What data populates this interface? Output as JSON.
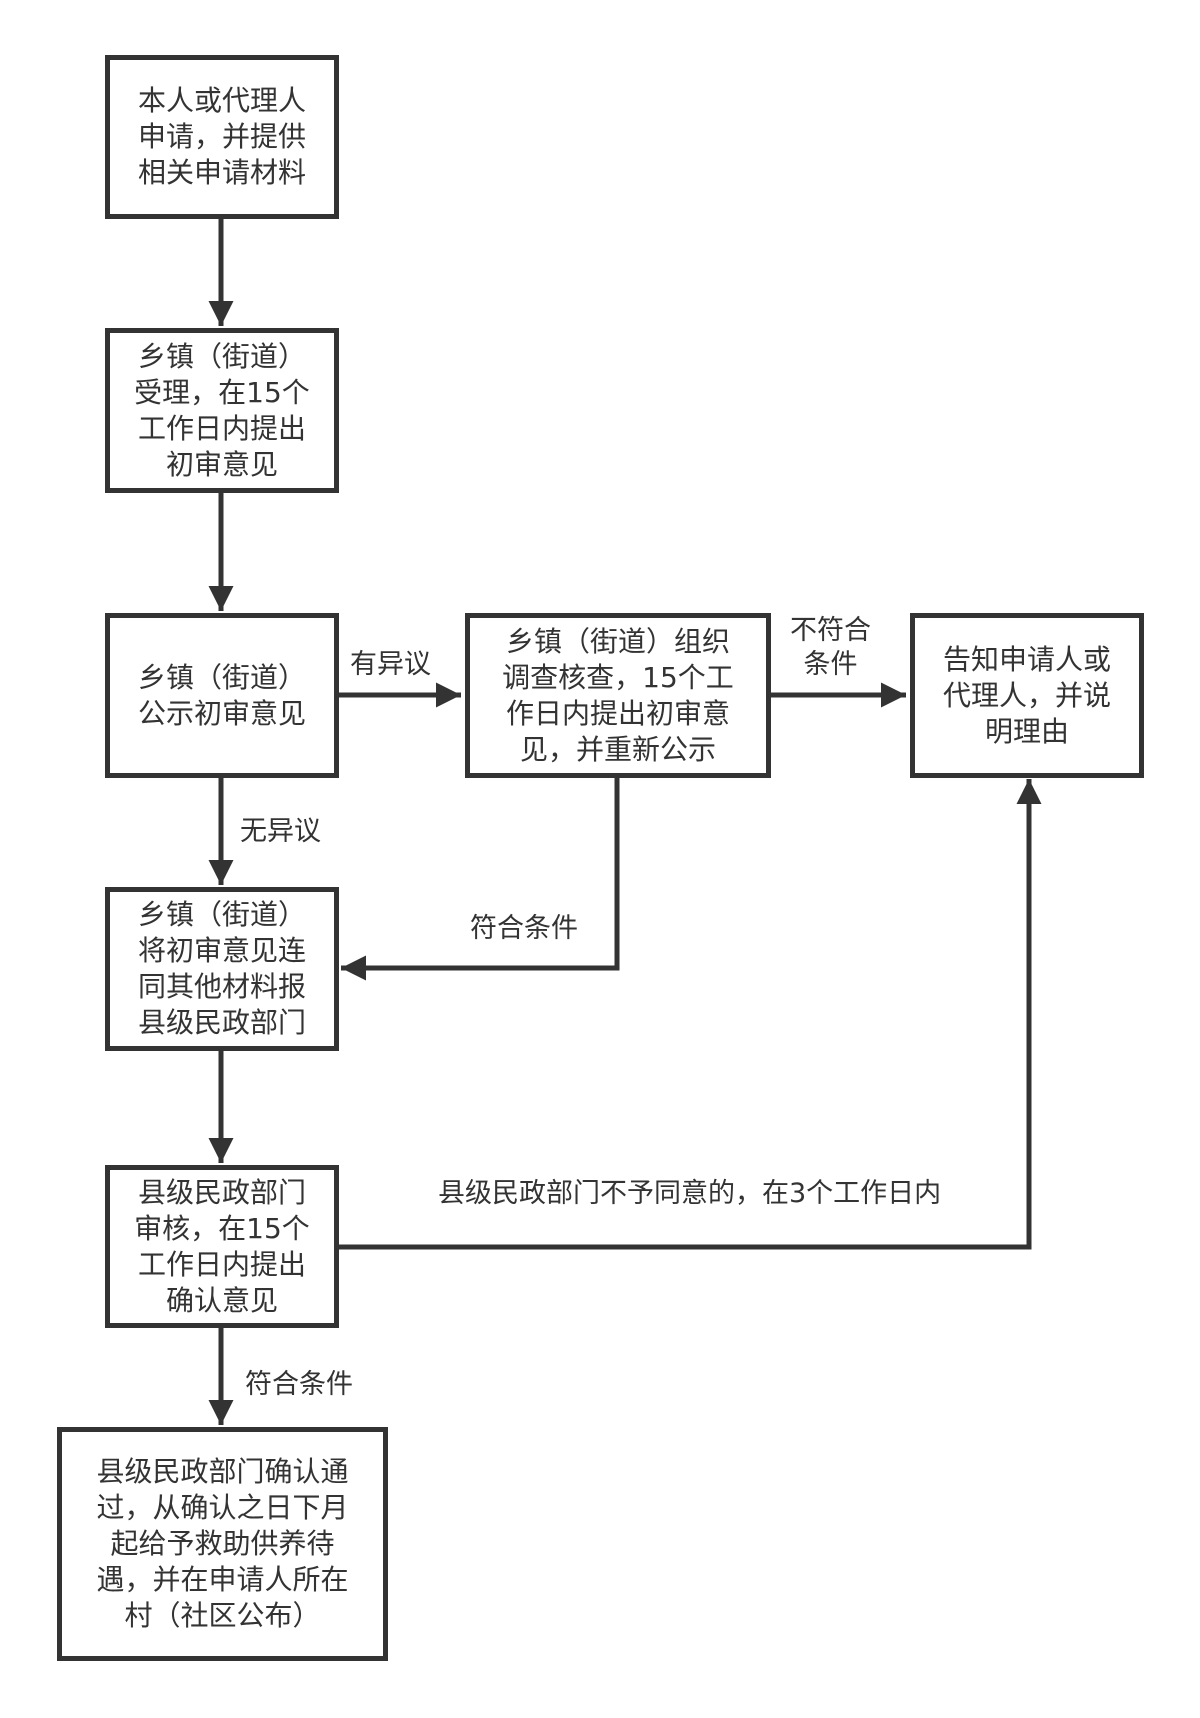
{
  "diagram": {
    "type": "flowchart",
    "nodes": [
      {
        "id": "apply",
        "text": "本人或代理人\n申请，并提供\n相关申请材料"
      },
      {
        "id": "accept",
        "text": "乡镇（街道）\n受理，在15个\n工作日内提出\n初审意见"
      },
      {
        "id": "publicize",
        "text": "乡镇（街道）\n公示初审意见"
      },
      {
        "id": "investigate",
        "text": "乡镇（街道）组织\n调查核查，15个工\n作日内提出初审意\n见，并重新公示"
      },
      {
        "id": "notify",
        "text": "告知申请人或\n代理人，并说\n明理由"
      },
      {
        "id": "report",
        "text": "乡镇（街道）\n将初审意见连\n同其他材料报\n县级民政部门"
      },
      {
        "id": "county_review",
        "text": "县级民政部门\n审核，在15个\n工作日内提出\n确认意见"
      },
      {
        "id": "confirm",
        "text": "县级民政部门确认通\n过，从确认之日下月\n起给予救助供养待\n遇，并在申请人所在\n村（社区公布）"
      }
    ],
    "edges": [
      {
        "from": "apply",
        "to": "accept",
        "label": ""
      },
      {
        "from": "accept",
        "to": "publicize",
        "label": ""
      },
      {
        "from": "publicize",
        "to": "investigate",
        "label": "有异议"
      },
      {
        "from": "investigate",
        "to": "notify",
        "label": "不符合\n条件"
      },
      {
        "from": "publicize",
        "to": "report",
        "label": "无异议"
      },
      {
        "from": "investigate",
        "to": "report",
        "label": "符合条件"
      },
      {
        "from": "report",
        "to": "county_review",
        "label": ""
      },
      {
        "from": "county_review",
        "to": "notify",
        "label": "县级民政部门不予同意的，在3个工作日内"
      },
      {
        "from": "county_review",
        "to": "confirm",
        "label": "符合条件"
      }
    ]
  },
  "colors": {
    "stroke": "#333333",
    "background": "#ffffff"
  }
}
